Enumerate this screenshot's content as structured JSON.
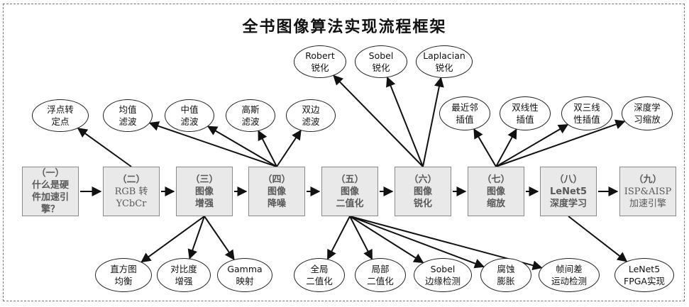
{
  "title": "全书图像算法实现流程框架",
  "stages": [
    {
      "id": "s1",
      "num": "（一）",
      "name": "什么是硬\n件加速引\n擎？"
    },
    {
      "id": "s2",
      "num": "（二）",
      "name": "RGB 转\nYCbCr"
    },
    {
      "id": "s3",
      "num": "（三）",
      "name": "图像\n增强"
    },
    {
      "id": "s4",
      "num": "（四）",
      "name": "图像\n降噪"
    },
    {
      "id": "s5",
      "num": "（五）",
      "name": "图像\n二值化"
    },
    {
      "id": "s6",
      "num": "（六）",
      "name": "图像\n锐化"
    },
    {
      "id": "s7",
      "num": "（七）",
      "name": "图像\n缩放"
    },
    {
      "id": "s8",
      "num": "（八）",
      "name": "LeNet5\n深度学习"
    },
    {
      "id": "s9",
      "num": "（九）",
      "name": "ISP&AISP\n加速引擎"
    }
  ],
  "nodes": [
    {
      "id": "fixed_point",
      "label": "浮点转\n定点",
      "from": "s2"
    },
    {
      "id": "mean_filter",
      "label": "均值\n滤波",
      "from": "s4"
    },
    {
      "id": "median_filter",
      "label": "中值\n滤波",
      "from": "s4"
    },
    {
      "id": "gaussian_filter",
      "label": "高斯\n滤波",
      "from": "s4"
    },
    {
      "id": "bilateral_filter",
      "label": "双边\n滤波",
      "from": "s4"
    },
    {
      "id": "robert",
      "label": "Robert\n锐化",
      "from": "s6"
    },
    {
      "id": "sobel_sharpen",
      "label": "Sobel\n锐化",
      "from": "s6"
    },
    {
      "id": "laplacian",
      "label": "Laplacian\n锐化",
      "from": "s6"
    },
    {
      "id": "nearest",
      "label": "最近邻\n插值",
      "from": "s7"
    },
    {
      "id": "bilinear",
      "label": "双线性\n插值",
      "from": "s7"
    },
    {
      "id": "bicubic",
      "label": "双三线\n性插值",
      "from": "s7"
    },
    {
      "id": "dl_scale",
      "label": "深度学\n习缩放",
      "from": "s7"
    },
    {
      "id": "hist_eq",
      "label": "直方图\n均衡",
      "from": "s3"
    },
    {
      "id": "contrast",
      "label": "对比度\n增强",
      "from": "s3"
    },
    {
      "id": "gamma",
      "label": "Gamma\n映射",
      "from": "s3"
    },
    {
      "id": "global_bin",
      "label": "全局\n二值化",
      "from": "s5"
    },
    {
      "id": "local_bin",
      "label": "局部\n二值化",
      "from": "s5"
    },
    {
      "id": "sobel_edge",
      "label": "Sobel\n边缘检测",
      "from": "s5"
    },
    {
      "id": "erode_dilate",
      "label": "腐蚀\n膨胀",
      "from": "s5"
    },
    {
      "id": "frame_diff",
      "label": "帧间差\n运动检测",
      "from": "s5"
    },
    {
      "id": "lenet_fpga",
      "label": "LeNet5\nFPGA实现",
      "from": "s8"
    }
  ]
}
